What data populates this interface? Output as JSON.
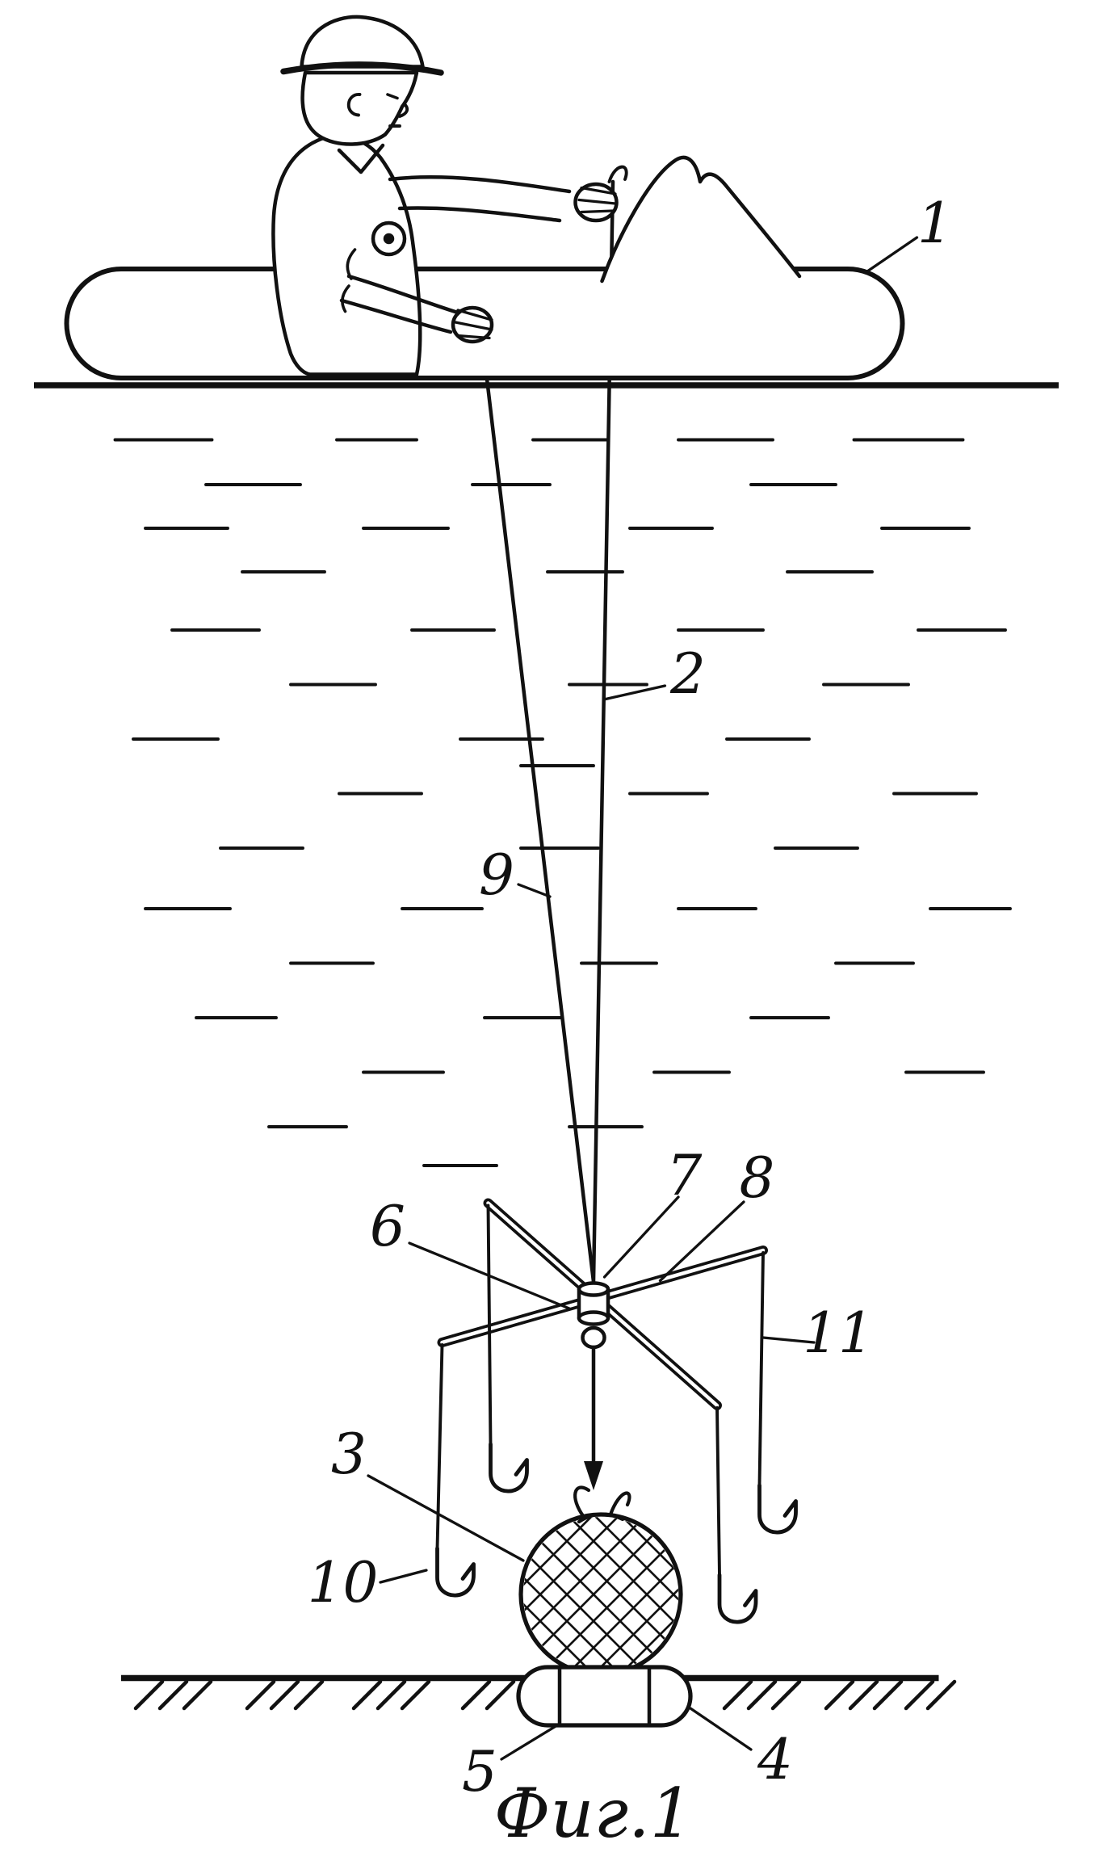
{
  "figure": {
    "caption": "Фиг.1",
    "labels": {
      "n1": "1",
      "n2": "2",
      "n3": "3",
      "n4": "4",
      "n5": "5",
      "n6": "6",
      "n7": "7",
      "n8": "8",
      "n9": "9",
      "n10": "10",
      "n11": "11"
    }
  }
}
